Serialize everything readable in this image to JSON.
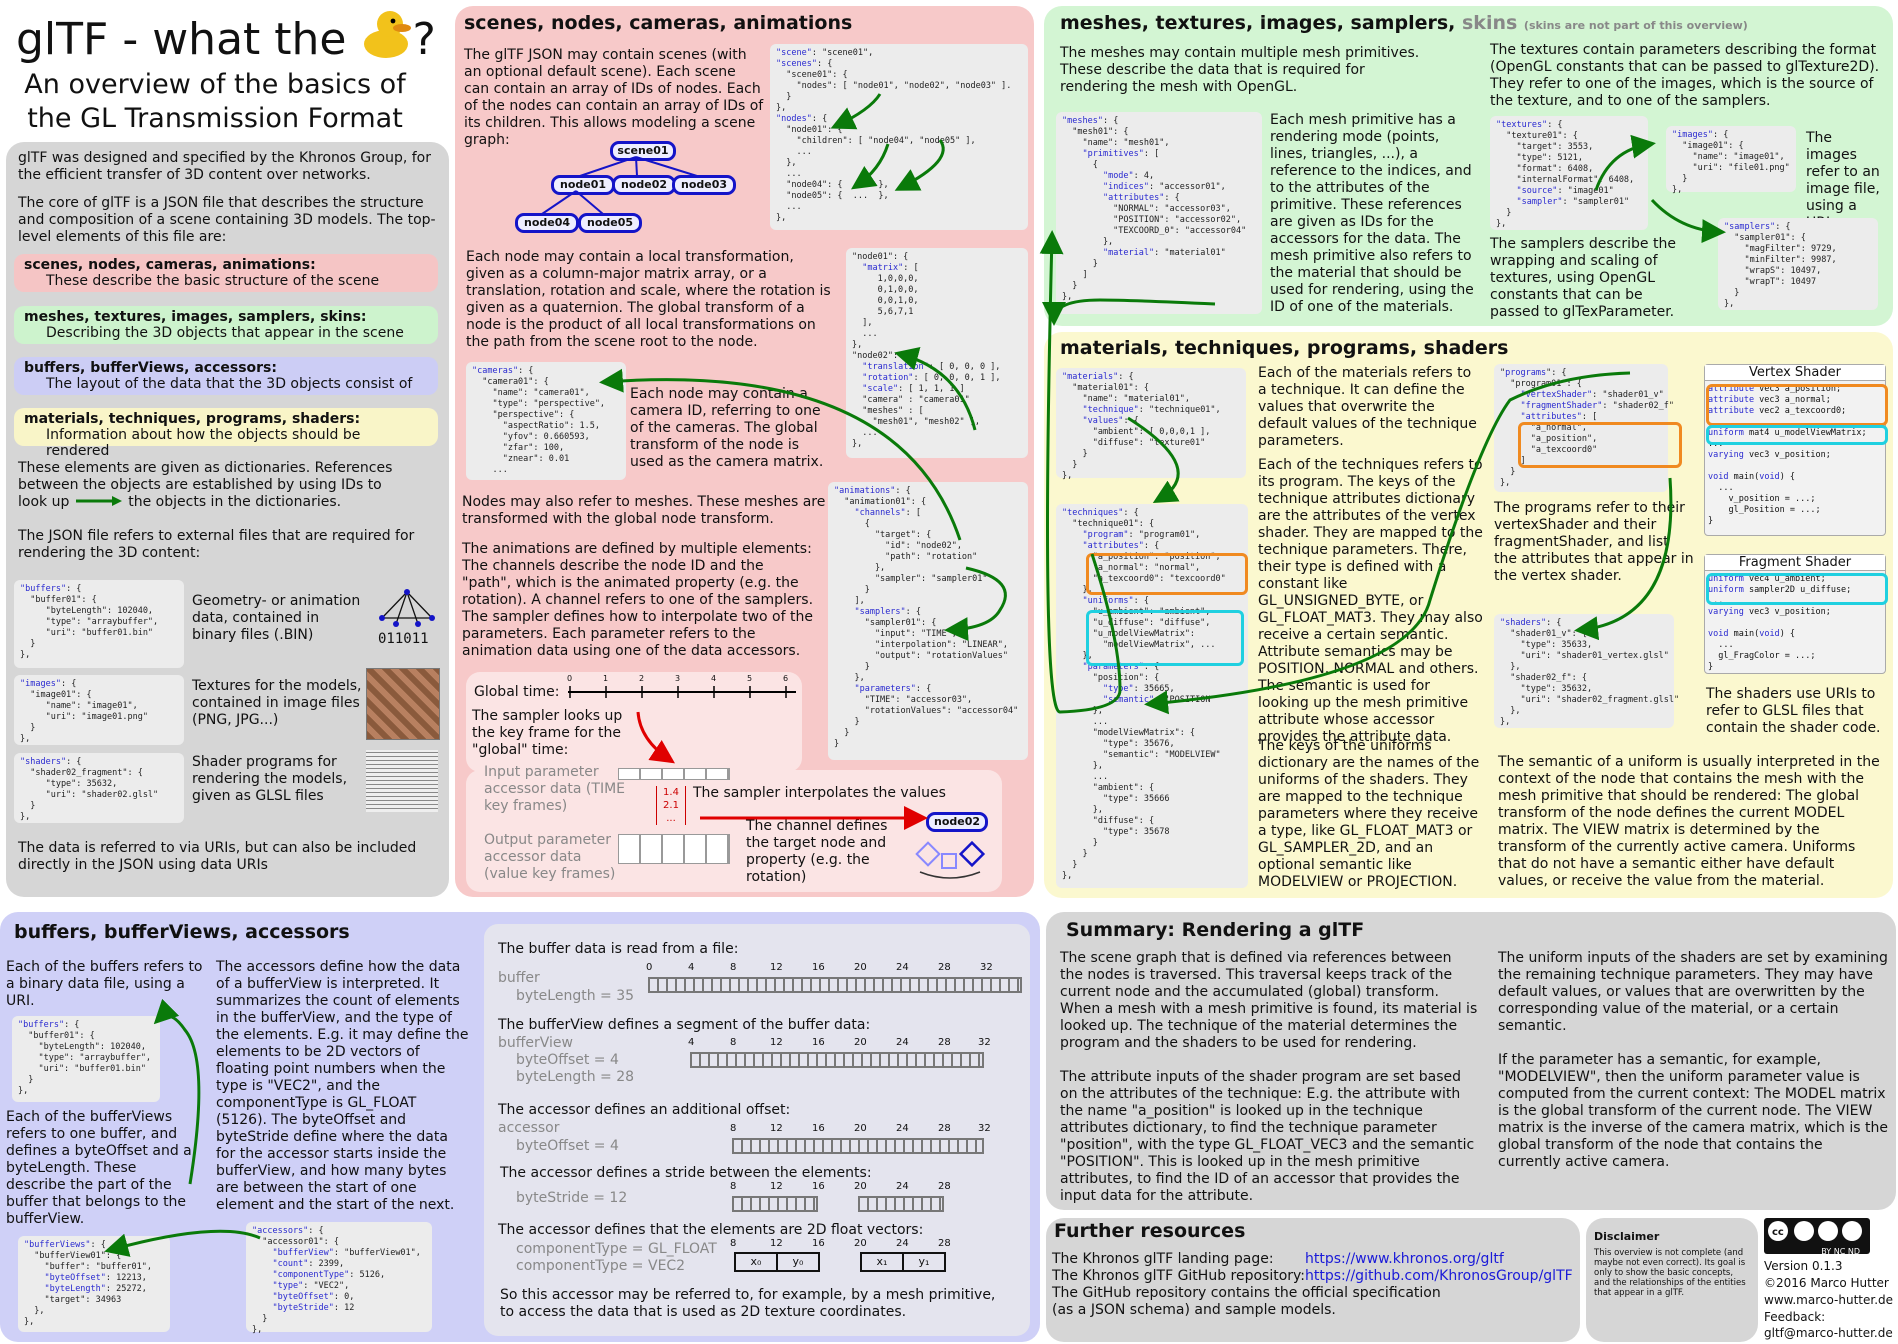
{
  "header": {
    "title": "glTF - what the",
    "title_q": "?",
    "subtitle1": "An overview of the basics of",
    "subtitle2": "the GL Transmission Format"
  },
  "intro": {
    "p1": "glTF was designed and specified by the Khronos Group, for the efficient transfer of 3D content over networks.",
    "p2": "The core of glTF is a JSON file that describes the structure and composition of a scene containing 3D models. The top-level elements of this file are:",
    "items": [
      {
        "title": "scenes, nodes, cameras, animations:",
        "desc": "These describe the basic structure of the scene"
      },
      {
        "title": "meshes, textures, images, samplers, skins:",
        "desc": "Describing the 3D objects that appear in the scene"
      },
      {
        "title": "buffers, bufferViews, accessors:",
        "desc": "The layout of the data that the 3D objects consist of"
      },
      {
        "title": "materials, techniques, programs, shaders:",
        "desc": "Information about how the objects should be rendered"
      }
    ],
    "p3a": "These elements are given as dictionaries. References between the objects are established by using IDs to",
    "p3b": "look up",
    "p3c": "the objects in the dictionaries.",
    "p4": "The JSON file refers to external files that are required for rendering the 3D content:",
    "ext": [
      "Geometry- or animation data, contained in binary files (.BIN)",
      "Textures for the models, contained in image files (PNG, JPG...)",
      "Shader programs for rendering the models, given as GLSL files"
    ],
    "bin_label": "011011",
    "p5": "The data is referred to via URIs, but can also be included directly in the JSON using data URIs"
  },
  "scenes": {
    "heading": "scenes, nodes, cameras, animations",
    "p1": "The glTF JSON may contain scenes (with an optional default scene). Each scene can contain an array of IDs of nodes. Each of the nodes can contain an array of IDs of its children. This allows modeling a scene graph:",
    "graph_nodes": [
      "scene01",
      "node01",
      "node02",
      "node03",
      "node04",
      "node05"
    ],
    "p2": "Each node may contain a local transformation, given as a column-major matrix array, or a translation, rotation and scale, where the rotation is given as a quaternion. The global transform of a node is the product of all local transformations on the path from the scene root to the node.",
    "p3": "Each node may contain a camera ID, referring to one of the cameras. The global transform of the node is used as the camera matrix.",
    "p4": "Nodes may also refer to meshes. These meshes are transformed with the global node transform.",
    "p5": "The animations are defined by multiple elements: The channels describe the node ID and the \"path\", which is the animated property (e.g. the rotation). A channel refers to one of the samplers. The sampler defines how to interpolate two of the parameters. Each parameter refers to the animation data using one of the data accessors.",
    "global_time": "Global time:",
    "time_ticks": [
      "0",
      "1",
      "2",
      "3",
      "4",
      "5",
      "6"
    ],
    "sampler_note": "The sampler looks up the key frame for the \"global\" time:",
    "input_param": "Input parameter accessor data (TIME key frames)",
    "interp_note": "The sampler interpolates the values",
    "output_param": "Output parameter accessor data (value key frames)",
    "channel_note": "The channel defines the target node and property (e.g. the rotation)",
    "interp_vals": [
      "1.4",
      "2.1",
      "..."
    ],
    "target_node": "node02"
  },
  "meshes": {
    "heading": "meshes, textures, images, samplers,",
    "heading_skins": "skins",
    "heading_note": "(skins are not part of this overview)",
    "p1": "The meshes may contain multiple mesh primitives. These describe the data that is required for rendering the mesh with OpenGL.",
    "p2": "Each mesh primitive has a rendering mode (points, lines, triangles, ...), a reference to the indices, and to the attributes of the primitive. These references are given as IDs for the accessors for the data. The mesh primitive also refers to the material that should be used for rendering, using the ID of one of the materials.",
    "p3": "The textures contain parameters describing the format (OpenGL constants that can be passed to glTexture2D). They refer to one of the images, which is the source of the texture, and to one of the samplers.",
    "p4": "The images refer to an image file, using a URI.",
    "p5": "The samplers describe the wrapping and scaling of textures, using OpenGL constants that can be passed to glTexParameter."
  },
  "materials": {
    "heading": "materials, techniques, programs, shaders",
    "p1": "Each of the materials refers to a technique. It can define the values that overwrite the default values of the technique parameters.",
    "p2": "Each of the techniques refers to its program. The keys of the technique attributes dictionary are the attributes of the vertex shader. They are mapped to the technique parameters. There, their type is defined with a constant like GL_UNSIGNED_BYTE, or GL_FLOAT_MAT3. They may also receive a certain semantic. Attribute semantics may be POSITION, NORMAL and others. The semantic is used for looking up the mesh primitive attribute whose accessor provides the attribute data.",
    "p3": "The keys of the uniforms dictionary are the names of the uniforms of the shaders. They are mapped to the technique parameters where they receive a type, like GL_FLOAT_MAT3 or GL_SAMPLER_2D, and an optional semantic like MODELVIEW or PROJECTION.",
    "p4": "The programs refer to their vertexShader and their fragmentShader, and list the attributes that appear in the vertex shader.",
    "p5": "The shaders use URIs to refer to GLSL files that contain the shader code.",
    "p6": "The semantic of a uniform is usually interpreted in the context of the node that contains the mesh with the mesh primitive that should be rendered: The global transform of the node defines the current MODEL matrix. The VIEW matrix is determined by the transform of the currently active camera. Uniforms that do not have a semantic either have default values, or receive the value from the material.",
    "vertex_shader": "Vertex Shader",
    "fragment_shader": "Fragment Shader"
  },
  "buffers": {
    "heading": "buffers, bufferViews, accessors",
    "p1": "Each of the buffers refers to a binary data file, using a URI.",
    "p2": "The accessors define how the data of a bufferView is interpreted. It summarizes the count of elements in the bufferView, and the type of the elements. E.g. it may define the elements to be 2D vectors of floating point numbers when the type is \"VEC2\", and the componentType is GL_FLOAT (5126). The byteOffset and byteStride define where the data for the accessor starts inside the bufferView, and how many bytes are between the start of one element and the start of the next.",
    "p3": "Each of the bufferViews refers to one buffer, and defines a byteOffset and a byteLength. These describe the part of the buffer that belongs to the bufferView.",
    "r1": "The buffer data is read from a file:",
    "r1a": "buffer",
    "r1b": "byteLength = 35",
    "r2": "The bufferView defines a segment of the buffer data:",
    "r2a": "bufferView",
    "r2b": "byteOffset = 4",
    "r2c": "byteLength = 28",
    "r3": "The accessor defines an additional offset:",
    "r3a": "accessor",
    "r3b": "byteOffset = 4",
    "r4": "The accessor defines a stride between the elements:",
    "r4a": "byteStride = 12",
    "r5": "The accessor defines that the elements are 2D float vectors:",
    "r5a": "componentType = GL_FLOAT",
    "r5b": "componentType = VEC2",
    "r6": "So this accessor may be referred to, for example, by a mesh primitive, to access the data that is used as 2D texture coordinates.",
    "ticks_buffer": [
      "0",
      "4",
      "8",
      "12",
      "16",
      "20",
      "24",
      "28",
      "32"
    ],
    "ticks_view": [
      "4",
      "8",
      "12",
      "16",
      "20",
      "24",
      "28",
      "32"
    ],
    "ticks_acc": [
      "8",
      "12",
      "16",
      "20",
      "24",
      "28",
      "32"
    ],
    "vec_labels": [
      "x₀",
      "y₀",
      "x₁",
      "y₁"
    ]
  },
  "summary": {
    "heading": "Summary: Rendering a glTF",
    "p1": "The scene graph that is defined via references between the nodes is traversed. This traversal keeps track of the current node and the accumulated (global) transform. When a mesh with a mesh primitive is found, its material is looked up. The technique of the material determines the program and the shaders to be used for rendering.",
    "p2": "The attribute inputs of the shader program are set based on the attributes of the technique: E.g. the attribute with the name \"a_position\" is looked up in the technique attributes dictionary, to find the technique parameter \"position\", with the type GL_FLOAT_VEC3 and the semantic \"POSITION\". This is looked up in the mesh primitive attributes, to find the ID of an accessor that provides the input data for the attribute.",
    "p3": "The uniform inputs of the shaders are set by examining the remaining technique parameters. They may have default values, or values that are overwritten by the corresponding value of the material, or a certain semantic.",
    "p4": "If the parameter has a semantic, for example, \"MODELVIEW\", then the uniform parameter value is computed from the current context: The MODEL matrix is the global transform of the current node. The VIEW matrix is the inverse of the camera matrix, which is the global transform of the node that contains the currently active camera."
  },
  "resources": {
    "heading": "Further resources",
    "l1": "The Khronos glTF landing page:",
    "u1": "https://www.khronos.org/gltf",
    "l2": "The Khronos glTF GitHub repository:",
    "u2": "https://github.com/KhronosGroup/glTF",
    "l3": "The GitHub repository contains the official specification",
    "l4": "(as a JSON schema) and sample models."
  },
  "disclaimer": {
    "heading": "Disclaimer",
    "text": "This overview is not complete (and maybe not even correct). Its goal is only to show the basic concepts, and the relationships of the entities that appear in a glTF."
  },
  "footer": {
    "license": "BY NC ND",
    "version": "Version 0.1.3",
    "copyright": "©2016 Marco Hutter",
    "site": "www.marco-hutter.de",
    "feedback": "Feedback:",
    "email": "gltf@marco-hutter.de"
  },
  "colors": {
    "gray": "#d6d6d6",
    "pink": "#f7c9c9",
    "green": "#d3f5d3",
    "yellow": "#fbf8cf",
    "blue": "#cfd0f7",
    "arrow": "#0a7a0a",
    "node_border": "#1414c8",
    "red_arrow": "#e00000"
  }
}
